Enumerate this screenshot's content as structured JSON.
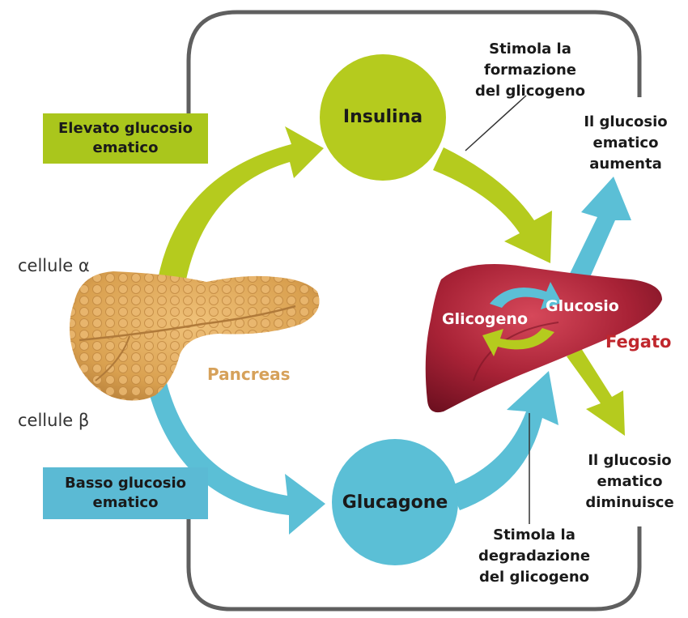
{
  "labels": {
    "high_glucose": "Elevato glucosio\nematico",
    "low_glucose": "Basso glucosio\nematico",
    "insulin": "Insulina",
    "glucagon": "Glucagone",
    "alpha_cells": "cellule α",
    "beta_cells": "cellule β",
    "pancreas": "Pancreas",
    "liver": "Fegato",
    "glycogen": "Glicogeno",
    "glucose": "Glucosio",
    "stimulates_formation": "Stimola la\nformazione\ndel glicogeno",
    "stimulates_breakdown": "Stimola la\ndegradazione\ndel glicogeno",
    "glucose_rises": "Il glucosio\nematico\naumenta",
    "glucose_falls": "Il glucosio\nematico\ndiminuisce"
  },
  "colors": {
    "lime": "#b5cb1e",
    "blue": "#5bbfd6",
    "box_lime": "#aac61c",
    "box_blue": "#5bbad4",
    "outline": "#5f5f5f",
    "liver": "#9c1f2e",
    "pancreas": "#d9a55a"
  }
}
